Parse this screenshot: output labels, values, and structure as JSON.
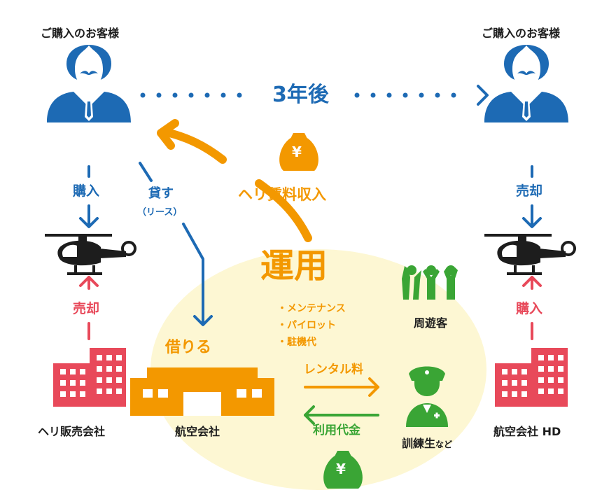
{
  "labels": {
    "customer_left": "ご購入のお客様",
    "customer_right": "ご購入のお客様",
    "three_years": "3年後",
    "buy_left": "購入",
    "lend": "貸す",
    "lease": "（リース）",
    "rent_income": "ヘリ賃料収入",
    "sell_right": "売却",
    "operation": "運用",
    "bullets": [
      "・メンテナンス",
      "・パイロット",
      "・駐機代"
    ],
    "sell_left": "売却",
    "borrow": "借りる",
    "tourists": "周遊客",
    "buy_right": "購入",
    "rental_fee": "レンタル料",
    "usage_fee": "利用代金",
    "heli_dealer": "ヘリ販売会社",
    "airline": "航空会社",
    "trainees": "訓練生",
    "trainees_suffix": "など",
    "airline_hd": "航空会社 HD",
    "yen": "¥"
  },
  "icons": [
    "person-icon",
    "helicopter-icon",
    "building-icon",
    "hangar-icon",
    "money-bag-icon",
    "crowd-icon",
    "pilot-icon"
  ],
  "colors": {
    "blue": "#1d6ab4",
    "orange": "#f39800",
    "red": "#e8495a",
    "green": "#3aa535",
    "yellow_bg": "#fdf7d3",
    "dark": "#1d1d1d"
  }
}
